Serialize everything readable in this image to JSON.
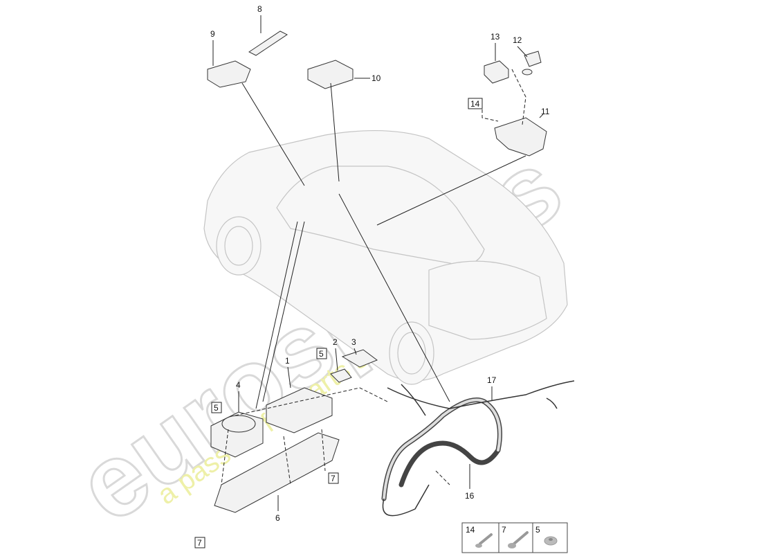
{
  "watermark": {
    "brand": "eurospares",
    "tagline": "a passion for parts since 1985"
  },
  "callouts": [
    {
      "id": "8",
      "text": "8",
      "boxed": false
    },
    {
      "id": "9",
      "text": "9",
      "boxed": false
    },
    {
      "id": "10",
      "text": "10",
      "boxed": false
    },
    {
      "id": "13",
      "text": "13",
      "boxed": false
    },
    {
      "id": "12",
      "text": "12",
      "boxed": false
    },
    {
      "id": "14",
      "text": "14",
      "boxed": true
    },
    {
      "id": "11",
      "text": "11",
      "boxed": false
    },
    {
      "id": "1",
      "text": "1",
      "boxed": false
    },
    {
      "id": "2",
      "text": "2",
      "boxed": false
    },
    {
      "id": "3",
      "text": "3",
      "boxed": false
    },
    {
      "id": "5a",
      "text": "5",
      "boxed": true
    },
    {
      "id": "4",
      "text": "4",
      "boxed": false
    },
    {
      "id": "5b",
      "text": "5",
      "boxed": true
    },
    {
      "id": "7a",
      "text": "7",
      "boxed": true
    },
    {
      "id": "7b",
      "text": "7",
      "boxed": true
    },
    {
      "id": "6",
      "text": "6",
      "boxed": false
    },
    {
      "id": "16",
      "text": "16",
      "boxed": false
    },
    {
      "id": "17",
      "text": "17",
      "boxed": false
    }
  ],
  "legend": [
    {
      "text": "14",
      "icon": "screw-icon"
    },
    {
      "text": "7",
      "icon": "bolt-icon"
    },
    {
      "text": "5",
      "icon": "nut-icon"
    }
  ]
}
